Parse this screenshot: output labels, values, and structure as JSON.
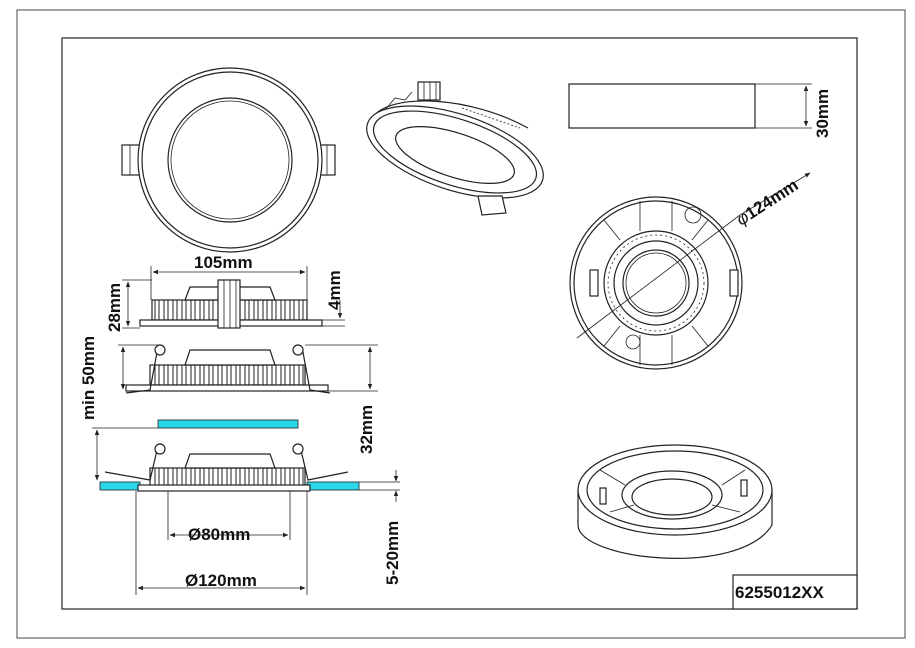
{
  "colors": {
    "ceiling_panel": "#2ad7e8",
    "line": "#222222"
  },
  "dimensions": {
    "width_top": "105mm",
    "flange_height": "4mm",
    "body_height": "28mm",
    "min_depth": "min 50mm",
    "clip_height": "32mm",
    "cutout_diameter": "Ø80mm",
    "outer_diameter": "Ø120mm",
    "ceiling_thickness": "5-20mm",
    "surface_height": "30mm",
    "surface_diameter": "124mm",
    "phi_symbol": "φ"
  },
  "product_code": "6255012XX"
}
